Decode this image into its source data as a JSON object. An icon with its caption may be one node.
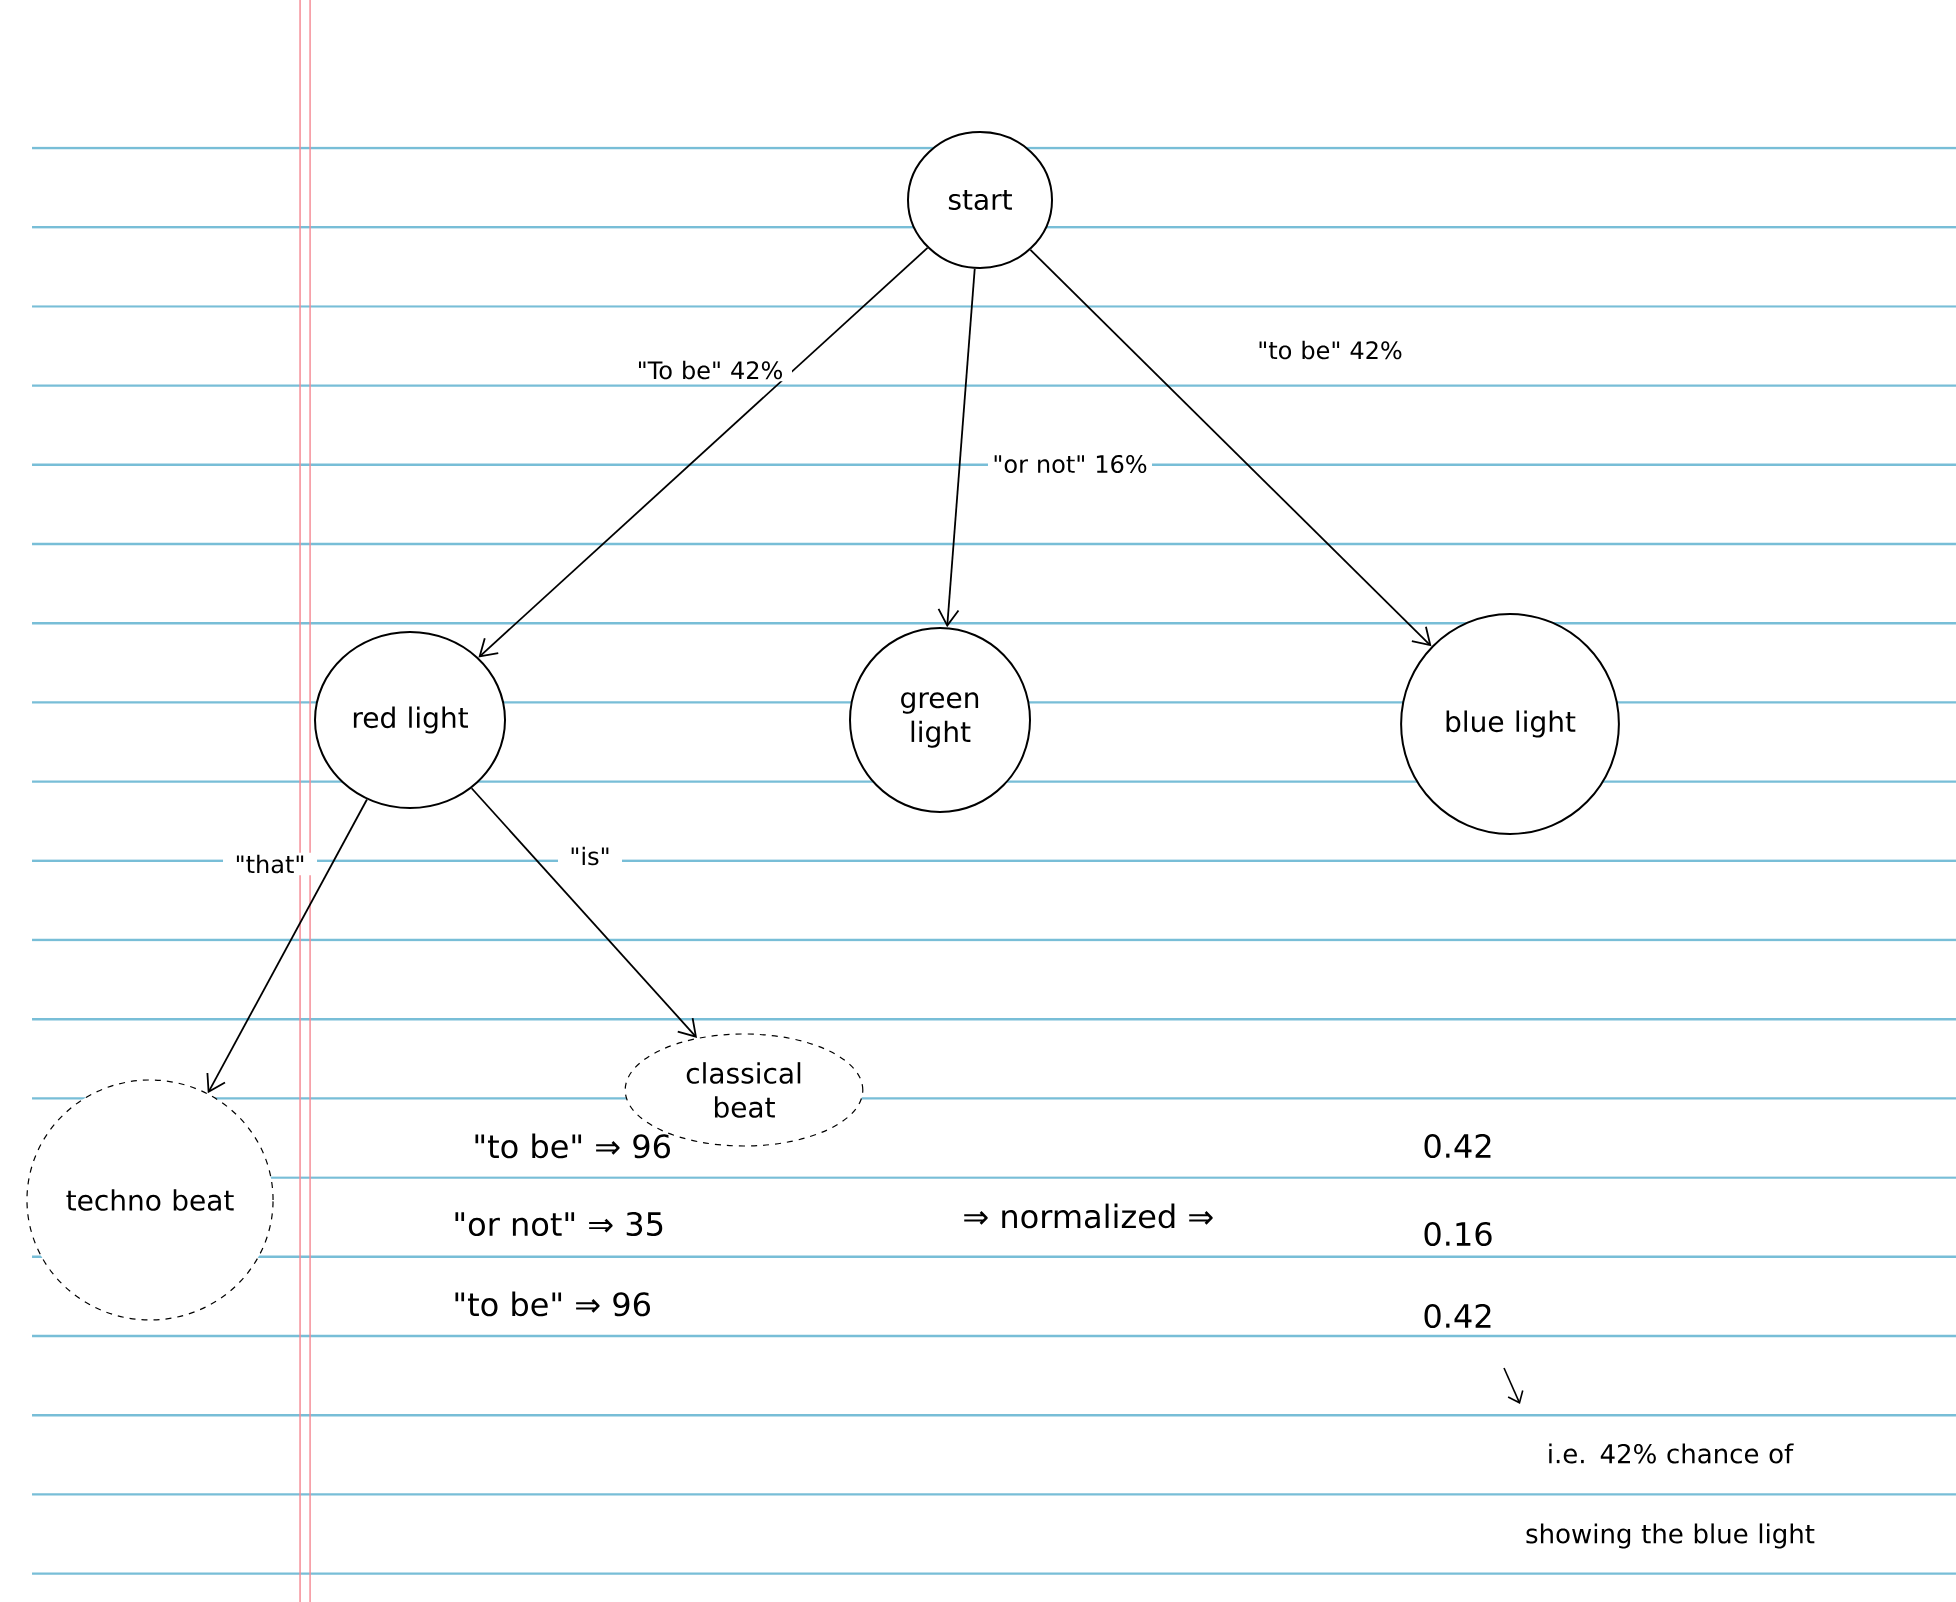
{
  "diagram": {
    "nodes": [
      {
        "text": [
          "start"
        ]
      },
      {
        "text": [
          "red light"
        ]
      },
      {
        "text": [
          "green light"
        ]
      },
      {
        "text": [
          "blue light"
        ]
      },
      {
        "text": [
          "techno beat"
        ]
      },
      {
        "text": [
          "classical beat"
        ]
      }
    ],
    "edges": [
      {
        "from": 0,
        "to": 1,
        "arrow": "to",
        "label": "\"To be\" 42%"
      },
      {
        "from": 0,
        "to": 2,
        "arrow": "to",
        "label": "\"or not\" 16%"
      },
      {
        "from": 0,
        "to": 3,
        "arrow": "to",
        "label": "\"to be\" 42%"
      },
      {
        "from": 1,
        "to": 4,
        "arrow": "to",
        "label": "\"that\""
      },
      {
        "from": 1,
        "to": 5,
        "arrow": "to",
        "label": "\"is\""
      }
    ],
    "labels": [
      "\"to be\" ⇒ 96",
      "\"or not\" ⇒ 35",
      "\"to be\" ⇒ 96",
      "⇒ normalized ⇒",
      "0.42",
      "0.16",
      "0.42",
      "i.e. 42% chance of showing the blue light"
    ]
  }
}
